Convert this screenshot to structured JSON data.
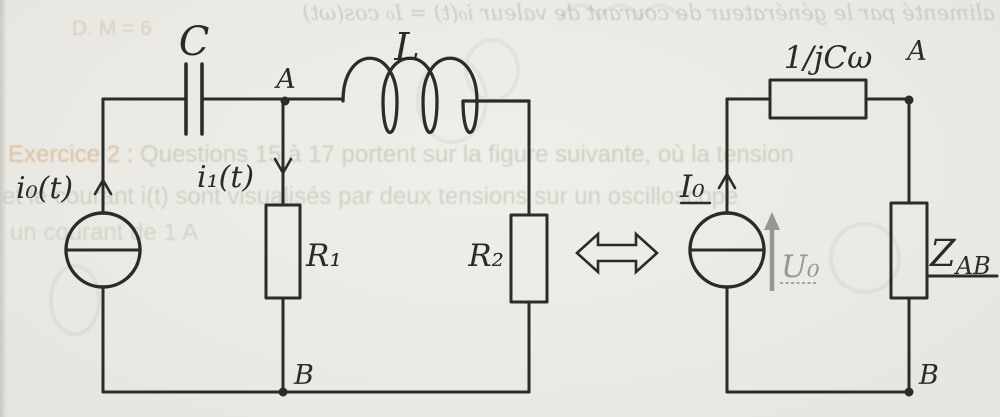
{
  "colors": {
    "ink": "#2b2b28",
    "paper": "#ebe9e4",
    "gray_annotation": "#97978f",
    "faint_highlight": "#d2a878",
    "faint_text": "#c4c8ba"
  },
  "scan_artifacts": {
    "bleed_top_mirrored": "alimenté par le générateur de courant de valeur i₀(t) = I₀ cos(ωt)",
    "bleed_option": "D. M = 6",
    "faint_line1_highlight": "Exercice 2 :",
    "faint_line1_rest": " Questions 15 à 17 portent sur la figure suivante, où la tension",
    "faint_line2": "et le courant i(t) sont visualisés par deux tensions sur un oscilloscope",
    "faint_line3": "un courant de 1 A"
  },
  "circuit_left": {
    "source_current": "i₀(t)",
    "branch_current": "i₁(t)",
    "capacitor": "C",
    "inductor": "L",
    "resistor_1": "R₁",
    "resistor_2": "R₂",
    "node_a": "A",
    "node_b": "B"
  },
  "equivalence": {
    "symbol_name": "double-arrow"
  },
  "circuit_right": {
    "source_current": "I₀",
    "source_voltage": "U₀",
    "impedance_top": "1/jCω",
    "impedance_right_main": "Z",
    "impedance_right_sub": "AB",
    "node_a": "A",
    "node_b": "B"
  }
}
